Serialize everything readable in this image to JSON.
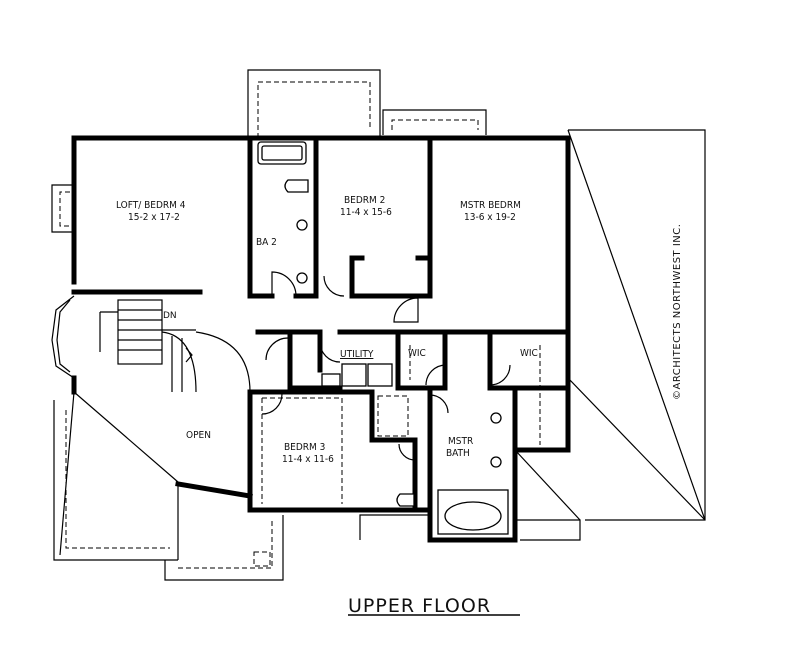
{
  "title": "UPPER FLOOR",
  "copyright": "©ARCHITECTS NORTHWEST INC.",
  "rooms": {
    "loft": {
      "name": "LOFT/ BEDRM 4",
      "size": "15-2 x 17-2"
    },
    "bedrm2": {
      "name": "BEDRM 2",
      "size": "11-4 x 15-6"
    },
    "master": {
      "name": "MSTR BEDRM",
      "size": "13-6 x 19-2"
    },
    "bath2": {
      "name": "BA 2"
    },
    "utility": {
      "name": "UTILITY"
    },
    "wic_left": {
      "name": "WIC"
    },
    "wic_right": {
      "name": "WIC"
    },
    "bedrm3": {
      "name": "BEDRM 3",
      "size": "11-4 x 11-6"
    },
    "master_bath": {
      "name": "MSTR",
      "name2": "BATH"
    },
    "open": {
      "name": "OPEN"
    },
    "stair_dn": {
      "name": "DN"
    }
  }
}
